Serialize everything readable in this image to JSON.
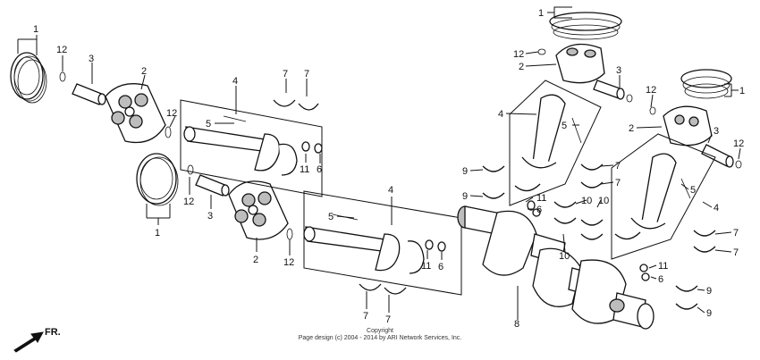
{
  "footer": {
    "copyright": "Copyright",
    "text": "Page design (c) 2004 - 2014 by ARI Network Services, Inc."
  },
  "direction": {
    "label": "FR."
  },
  "callouts": [
    {
      "id": "c1a",
      "label": "1"
    },
    {
      "id": "c12a",
      "label": "12"
    },
    {
      "id": "c3a",
      "label": "3"
    },
    {
      "id": "c2a",
      "label": "2"
    },
    {
      "id": "c12b",
      "label": "12"
    },
    {
      "id": "c1b",
      "label": "1"
    },
    {
      "id": "c12c",
      "label": "12"
    },
    {
      "id": "c3b",
      "label": "3"
    },
    {
      "id": "c2b",
      "label": "2"
    },
    {
      "id": "c12d",
      "label": "12"
    },
    {
      "id": "c4a",
      "label": "4"
    },
    {
      "id": "c5a",
      "label": "5"
    },
    {
      "id": "c7a",
      "label": "7"
    },
    {
      "id": "c7b",
      "label": "7"
    },
    {
      "id": "c11a",
      "label": "11"
    },
    {
      "id": "c6a",
      "label": "6"
    },
    {
      "id": "c4b",
      "label": "4"
    },
    {
      "id": "c5b",
      "label": "5"
    },
    {
      "id": "c11b",
      "label": "11"
    },
    {
      "id": "c6b",
      "label": "6"
    },
    {
      "id": "c7c",
      "label": "7"
    },
    {
      "id": "c7d",
      "label": "7"
    },
    {
      "id": "c1c",
      "label": "1"
    },
    {
      "id": "c12e",
      "label": "12"
    },
    {
      "id": "c2c",
      "label": "2"
    },
    {
      "id": "c4c",
      "label": "4"
    },
    {
      "id": "c5c",
      "label": "5"
    },
    {
      "id": "c9a",
      "label": "9"
    },
    {
      "id": "c9b",
      "label": "9"
    },
    {
      "id": "c11c",
      "label": "11"
    },
    {
      "id": "c6c",
      "label": "6"
    },
    {
      "id": "c8",
      "label": "8"
    },
    {
      "id": "c3c",
      "label": "3"
    },
    {
      "id": "c12f",
      "label": "12"
    },
    {
      "id": "c1d",
      "label": "1"
    },
    {
      "id": "c2d",
      "label": "2"
    },
    {
      "id": "c3d",
      "label": "3"
    },
    {
      "id": "c12g",
      "label": "12"
    },
    {
      "id": "c7e",
      "label": "7"
    },
    {
      "id": "c7f",
      "label": "7"
    },
    {
      "id": "c10a",
      "label": "10"
    },
    {
      "id": "c10b",
      "label": "10"
    },
    {
      "id": "c10c",
      "label": "10"
    },
    {
      "id": "c5d",
      "label": "5"
    },
    {
      "id": "c4d",
      "label": "4"
    },
    {
      "id": "c7g",
      "label": "7"
    },
    {
      "id": "c7h",
      "label": "7"
    },
    {
      "id": "c11d",
      "label": "11"
    },
    {
      "id": "c6d",
      "label": "6"
    },
    {
      "id": "c9c",
      "label": "9"
    },
    {
      "id": "c9d",
      "label": "9"
    }
  ]
}
